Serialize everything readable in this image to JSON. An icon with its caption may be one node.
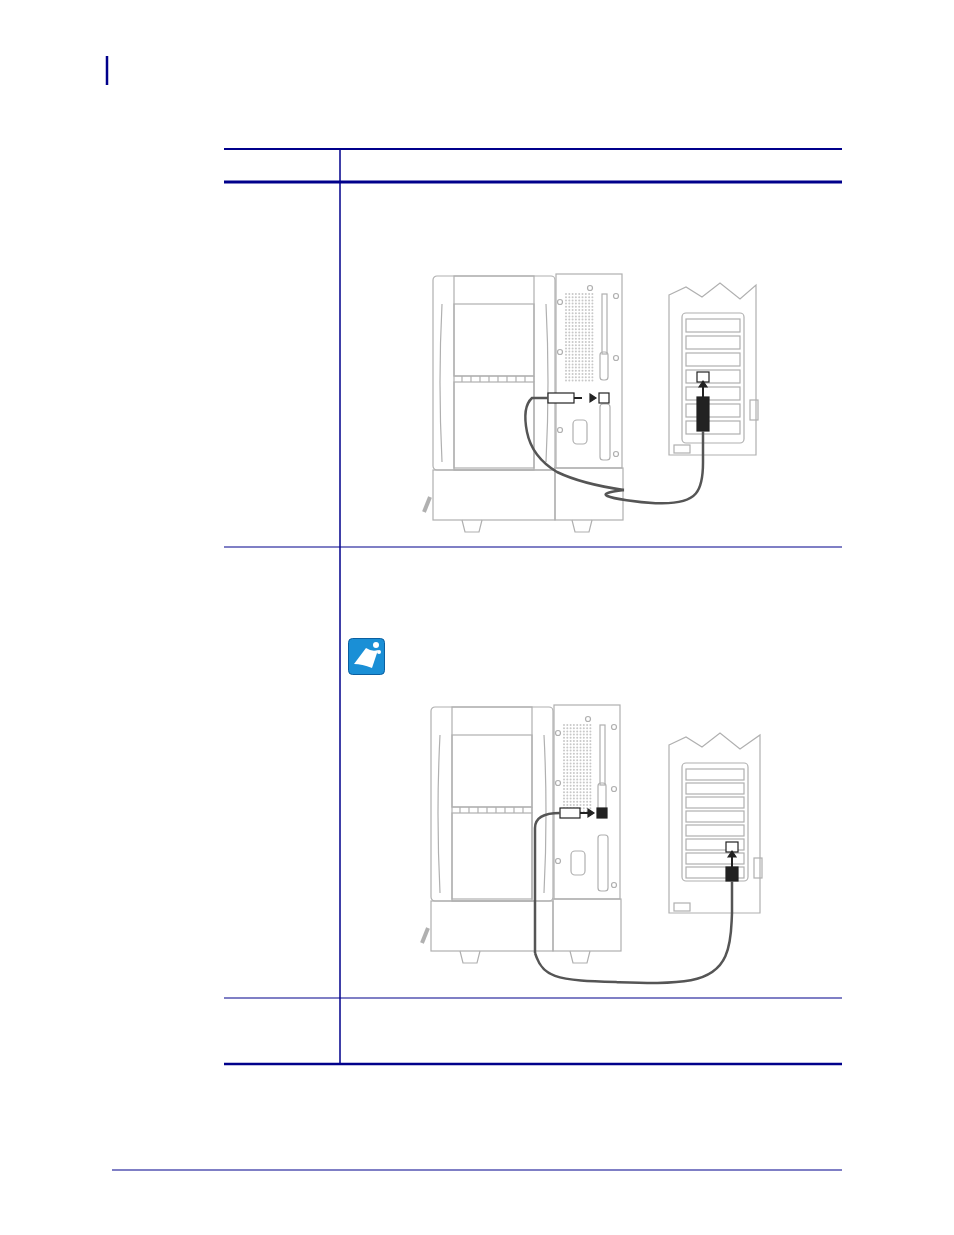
{
  "diagram": {
    "nodes": [
      {
        "text": [],
        "shape": "picture"
      },
      {
        "text": [],
        "shape": "picture"
      },
      {
        "text": [],
        "shape": "picture"
      },
      {
        "text": [],
        "shape": "picture"
      }
    ],
    "edges": [
      {
        "from": 1,
        "to": 0,
        "arrow": "none"
      },
      {
        "from": 3,
        "to": 2,
        "arrow": "none"
      }
    ]
  }
}
